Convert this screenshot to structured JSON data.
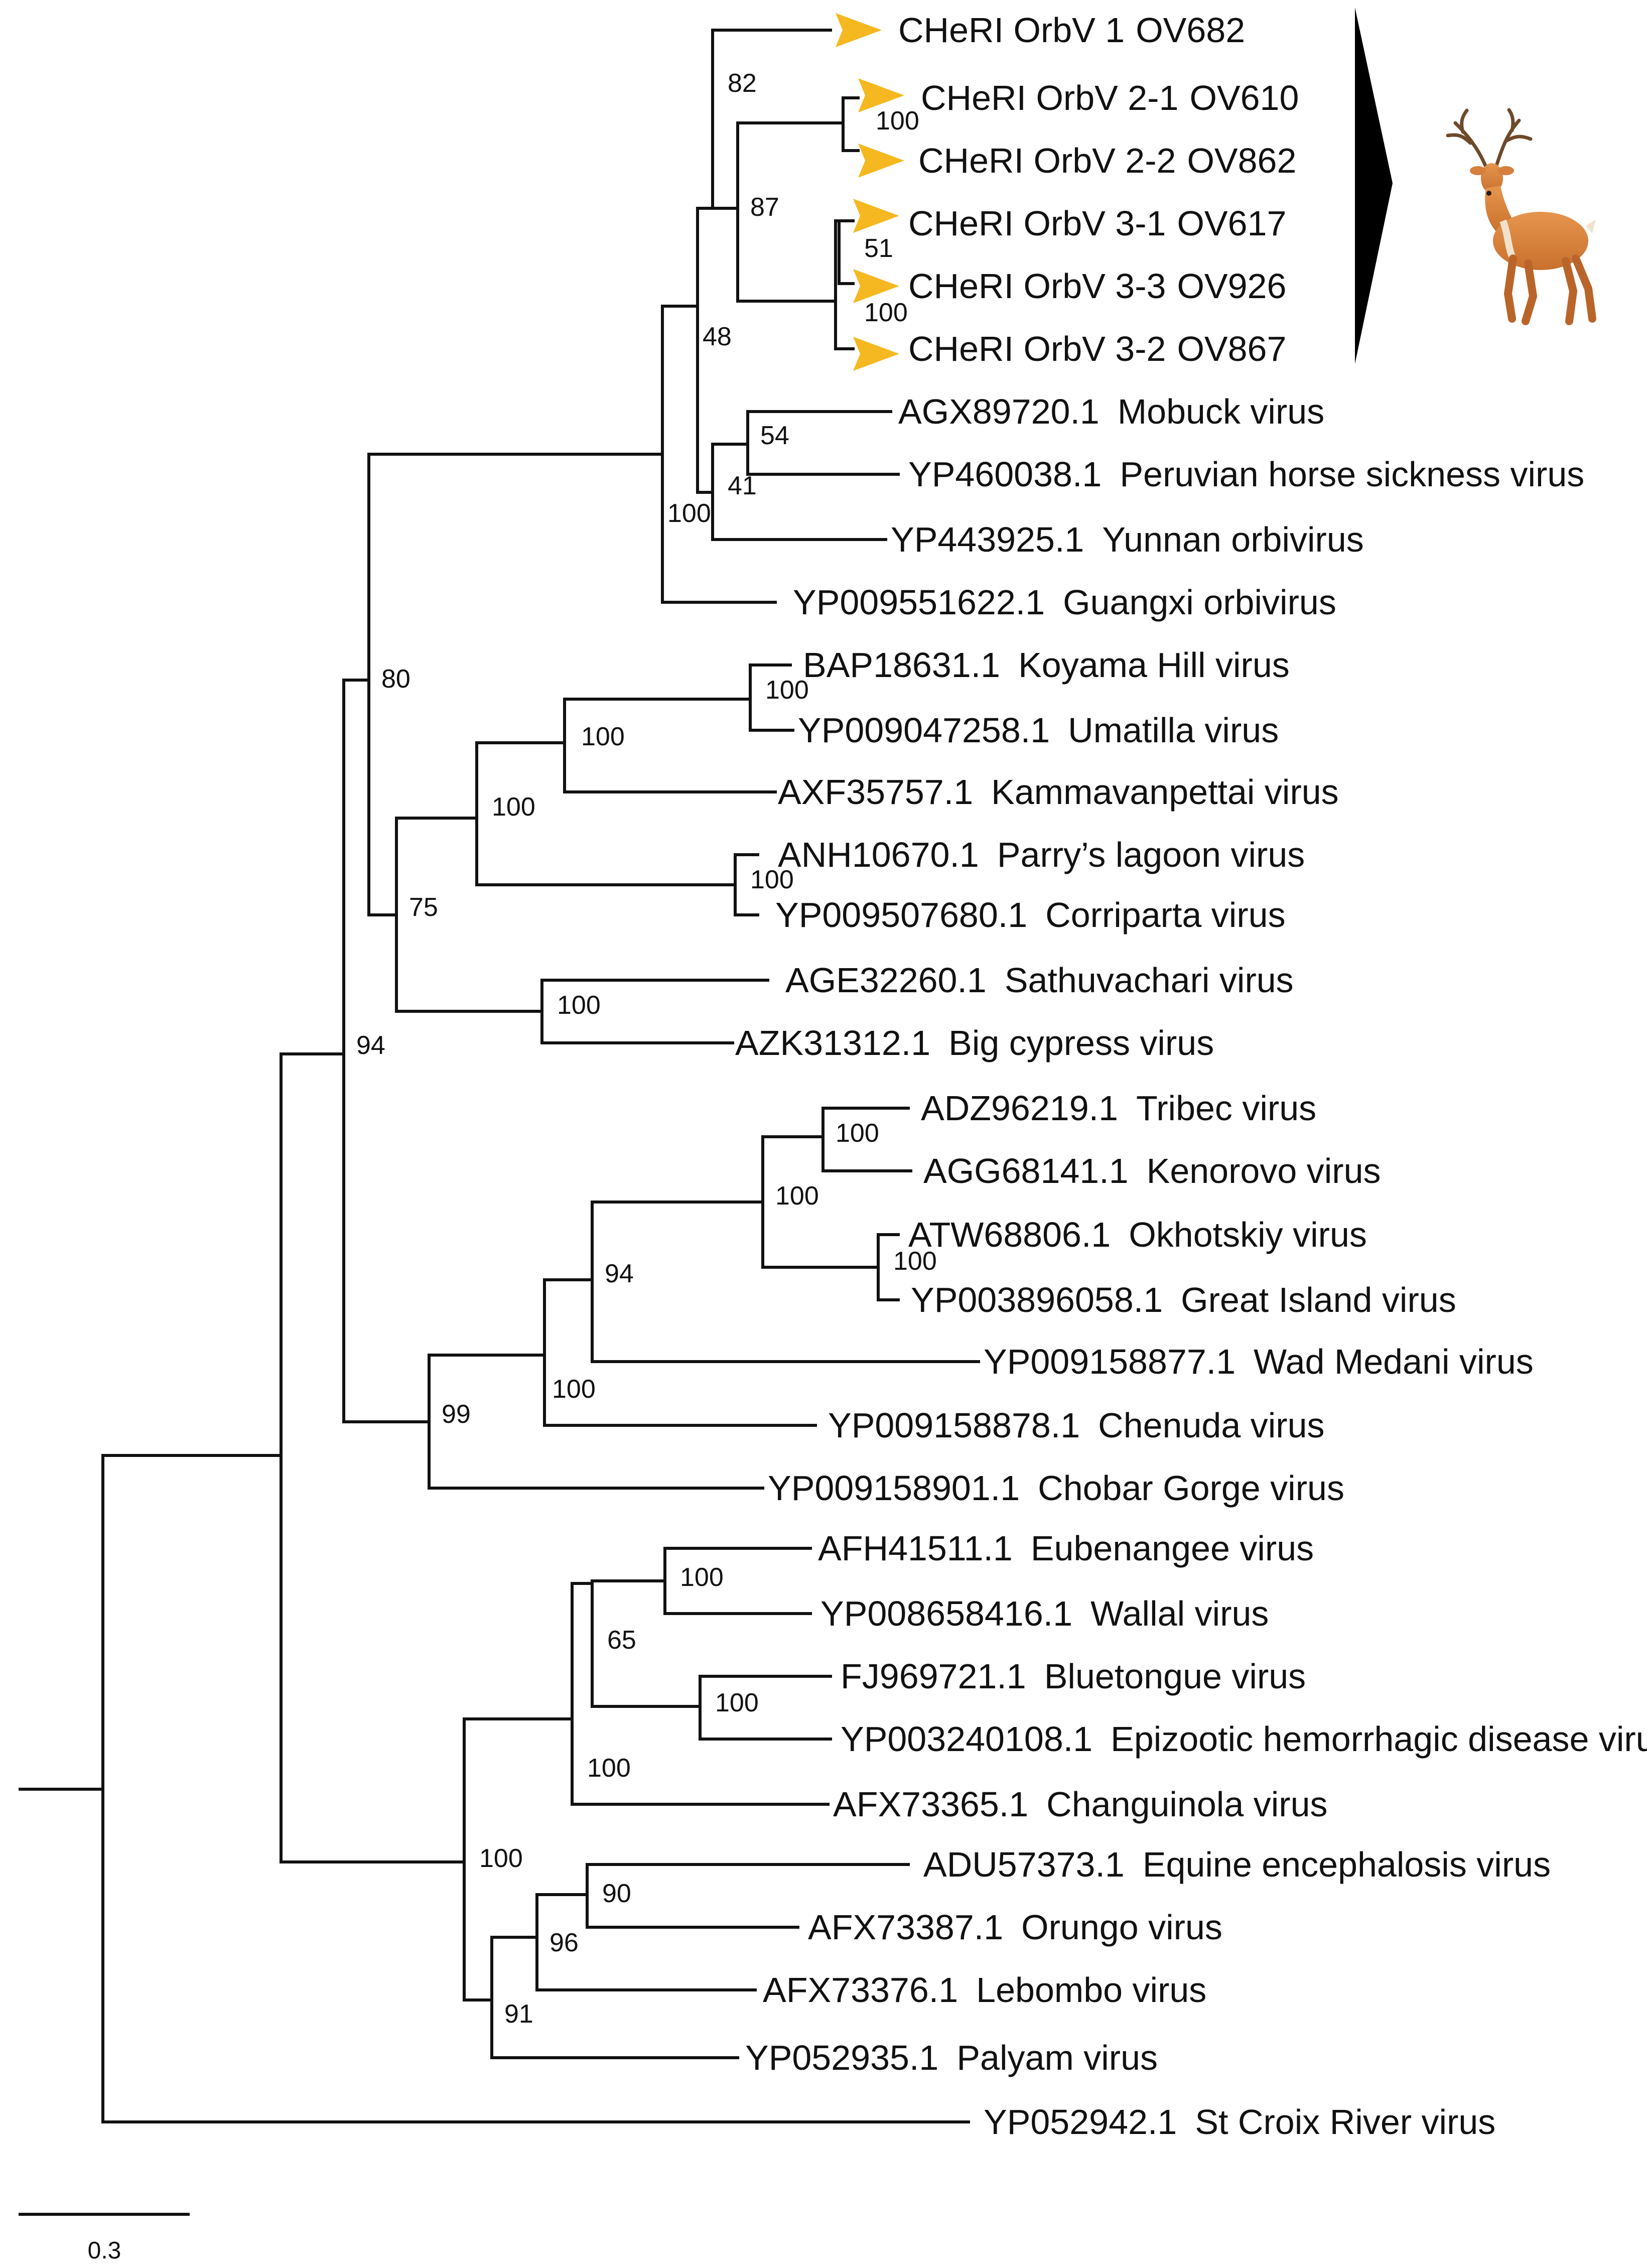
{
  "leaves": [
    {
      "id": "L1",
      "accession": "CHeRI OrbV 1",
      "name": "OV682",
      "marker": true
    },
    {
      "id": "L2",
      "accession": "CHeRI OrbV 2-1",
      "name": "OV610",
      "marker": true
    },
    {
      "id": "L3",
      "accession": "CHeRI OrbV 2-2",
      "name": "OV862",
      "marker": true
    },
    {
      "id": "L4",
      "accession": "CHeRI OrbV 3-1",
      "name": "OV617",
      "marker": true
    },
    {
      "id": "L5",
      "accession": "CHeRI OrbV 3-3",
      "name": "OV926",
      "marker": true
    },
    {
      "id": "L6",
      "accession": "CHeRI OrbV 3-2",
      "name": "OV867",
      "marker": true
    },
    {
      "id": "L7",
      "accession": "AGX89720.1",
      "name": "Mobuck virus"
    },
    {
      "id": "L8",
      "accession": "YP460038.1",
      "name": "Peruvian horse sickness virus"
    },
    {
      "id": "L9",
      "accession": "YP443925.1",
      "name": "Yunnan orbivirus"
    },
    {
      "id": "L10",
      "accession": "YP009551622.1",
      "name": "Guangxi orbivirus"
    },
    {
      "id": "L11",
      "accession": "BAP18631.1",
      "name": "Koyama Hill virus"
    },
    {
      "id": "L12",
      "accession": "YP009047258.1",
      "name": "Umatilla virus"
    },
    {
      "id": "L13",
      "accession": "AXF35757.1",
      "name": "Kammavanpettai virus"
    },
    {
      "id": "L14",
      "accession": "ANH10670.1",
      "name": "Parry’s lagoon virus"
    },
    {
      "id": "L15",
      "accession": "YP009507680.1",
      "name": "Corriparta virus"
    },
    {
      "id": "L16",
      "accession": "AGE32260.1",
      "name": "Sathuvachari virus"
    },
    {
      "id": "L17",
      "accession": "AZK31312.1",
      "name": "Big cypress virus"
    },
    {
      "id": "L18",
      "accession": "ADZ96219.1",
      "name": "Tribec virus"
    },
    {
      "id": "L19",
      "accession": "AGG68141.1",
      "name": "Kenorovo virus"
    },
    {
      "id": "L20",
      "accession": "ATW68806.1",
      "name": "Okhotskiy virus"
    },
    {
      "id": "L21",
      "accession": "YP003896058.1",
      "name": "Great Island virus"
    },
    {
      "id": "L22",
      "accession": "YP009158877.1",
      "name": "Wad Medani virus"
    },
    {
      "id": "L23",
      "accession": "YP009158878.1",
      "name": "Chenuda virus"
    },
    {
      "id": "L24",
      "accession": "YP009158901.1",
      "name": "Chobar Gorge virus"
    },
    {
      "id": "L25",
      "accession": "AFH41511.1",
      "name": "Eubenangee virus"
    },
    {
      "id": "L26",
      "accession": "YP008658416.1",
      "name": "Wallal virus"
    },
    {
      "id": "L27",
      "accession": "FJ969721.1",
      "name": "Bluetongue virus"
    },
    {
      "id": "L28",
      "accession": "YP003240108.1",
      "name": "Epizootic hemorrhagic disease virus"
    },
    {
      "id": "L29",
      "accession": "AFX73365.1",
      "name": "Changuinola virus"
    },
    {
      "id": "L30",
      "accession": "ADU57373.1",
      "name": "Equine encephalosis virus"
    },
    {
      "id": "L31",
      "accession": "AFX73387.1",
      "name": "Orungo virus"
    },
    {
      "id": "L32",
      "accession": "AFX73376.1",
      "name": "Lebombo virus"
    },
    {
      "id": "L33",
      "accession": "YP052935.1",
      "name": "Palyam virus"
    },
    {
      "id": "L34",
      "accession": "YP052942.1",
      "name": "St Croix River virus"
    }
  ],
  "support_values": [
    {
      "node": "N2_3",
      "value": "100"
    },
    {
      "node": "N4_5",
      "value": "51"
    },
    {
      "node": "N456",
      "value": "100"
    },
    {
      "node": "N23_456",
      "value": "87"
    },
    {
      "node": "N1_23456",
      "value": "82"
    },
    {
      "node": "N7_8",
      "value": "54"
    },
    {
      "node": "N78_9",
      "value": "41"
    },
    {
      "node": "Ncheri_789",
      "value": "48"
    },
    {
      "node": "Nall_10",
      "value": "100"
    },
    {
      "node": "N11_12",
      "value": "100"
    },
    {
      "node": "N1112_13",
      "value": "100"
    },
    {
      "node": "N14_15",
      "value": "100"
    },
    {
      "node": "N111213_1415",
      "value": "100"
    },
    {
      "node": "N16_17",
      "value": "100"
    },
    {
      "node": "N_75",
      "value": "75"
    },
    {
      "node": "N_80",
      "value": "80"
    },
    {
      "node": "N18_19",
      "value": "100"
    },
    {
      "node": "N20_21",
      "value": "100"
    },
    {
      "node": "N1819_2021",
      "value": "100"
    },
    {
      "node": "N_94b",
      "value": "94"
    },
    {
      "node": "N_100b",
      "value": "100"
    },
    {
      "node": "N_99",
      "value": "99"
    },
    {
      "node": "N_94a",
      "value": "94"
    },
    {
      "node": "N25_26",
      "value": "100"
    },
    {
      "node": "N27_28",
      "value": "100"
    },
    {
      "node": "N_65",
      "value": "65"
    },
    {
      "node": "N_100c",
      "value": "100"
    },
    {
      "node": "N30_31",
      "value": "90"
    },
    {
      "node": "N_96",
      "value": "96"
    },
    {
      "node": "N_91",
      "value": "91"
    },
    {
      "node": "N_100d",
      "value": "100"
    }
  ],
  "scale_bar": {
    "label": "0.3"
  },
  "host": {
    "icon": "deer-icon",
    "marker_color": "#F5B820"
  }
}
